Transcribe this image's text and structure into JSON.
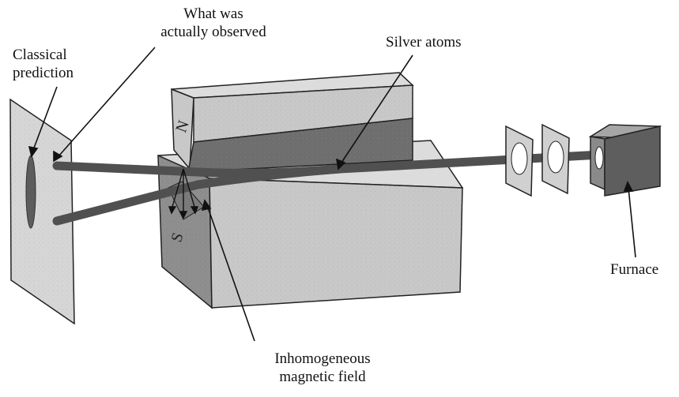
{
  "labels": {
    "classical_prediction": [
      "Classical",
      "prediction"
    ],
    "what_observed": [
      "What was",
      "actually observed"
    ],
    "silver_atoms": "Silver atoms",
    "furnace": "Furnace",
    "inhomogeneous_field": [
      "Inhomogeneous",
      "magnetic field"
    ],
    "pole_north": "N",
    "pole_south": "S"
  },
  "colors": {
    "magnet_face": "#c8c8c8",
    "magnet_top": "#dcdcdc",
    "magnet_side": "#8e8e8e",
    "magnet_groove": "#6f6f6f",
    "screen": "#d6d6d6",
    "beam": "#505050",
    "furnace_front": "#5e5e5e",
    "furnace_side": "#8a8a8a",
    "furnace_top": "#a6a6a6",
    "slit_plate": "#d0d0d0",
    "ink": "#111111"
  }
}
